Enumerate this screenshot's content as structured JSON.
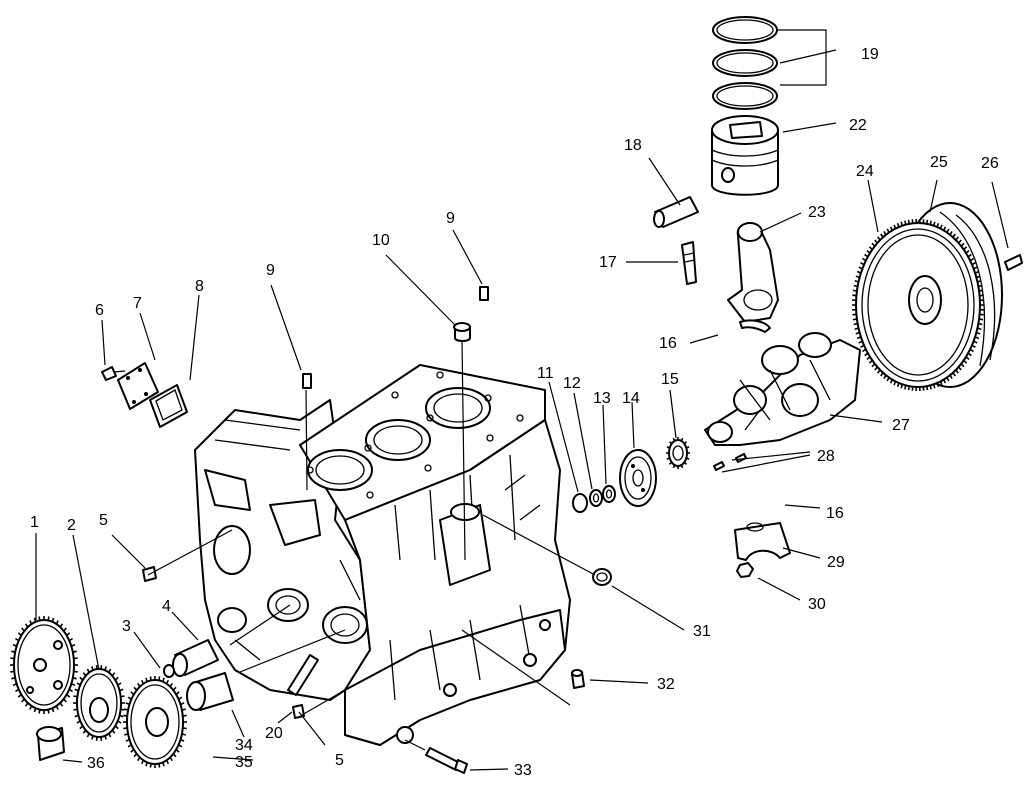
{
  "diagram": {
    "callouts": [
      "1",
      "2",
      "3",
      "4",
      "5",
      "6",
      "7",
      "8",
      "9",
      "10",
      "11",
      "12",
      "13",
      "14",
      "15",
      "16",
      "17",
      "18",
      "19",
      "20",
      "22",
      "23",
      "24",
      "25",
      "26",
      "27",
      "28",
      "29",
      "30",
      "31",
      "32",
      "33",
      "34",
      "35",
      "36"
    ],
    "labels": {
      "c1": "1",
      "c2": "2",
      "c3": "3",
      "c4": "4",
      "c5a": "5",
      "c5b": "5",
      "c6": "6",
      "c7": "7",
      "c8": "8",
      "c9a": "9",
      "c9b": "9",
      "c10": "10",
      "c11": "11",
      "c12": "12",
      "c13": "13",
      "c14": "14",
      "c15": "15",
      "c16a": "16",
      "c16b": "16",
      "c17": "17",
      "c18": "18",
      "c19": "19",
      "c20": "20",
      "c22": "22",
      "c23": "23",
      "c24": "24",
      "c25": "25",
      "c26": "26",
      "c27": "27",
      "c28": "28",
      "c29": "29",
      "c30": "30",
      "c31": "31",
      "c32": "32",
      "c33": "33",
      "c34": "34",
      "c35": "35",
      "c36": "36"
    }
  }
}
